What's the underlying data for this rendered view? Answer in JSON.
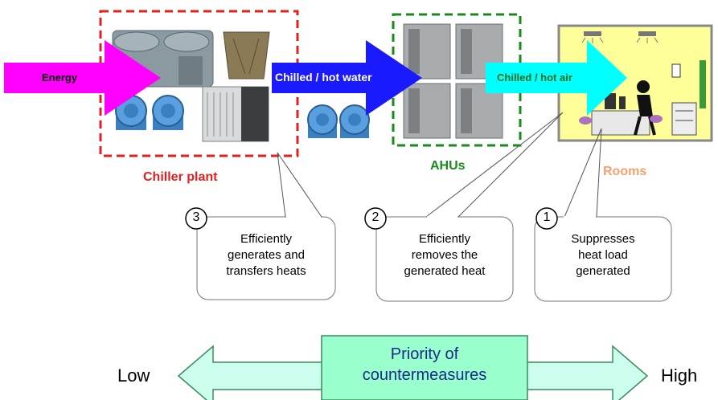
{
  "flow": {
    "energy": "Energy",
    "water": "Chilled / hot water",
    "air": "Chilled / hot air"
  },
  "stages": {
    "chiller": "Chiller plant",
    "ahus": "AHUs",
    "rooms": "Rooms"
  },
  "callouts": [
    {
      "number": "3",
      "line1": "Efficiently",
      "line2": "generates and",
      "line3": "transfers heats"
    },
    {
      "number": "2",
      "line1": "Efficiently",
      "line2": "removes the",
      "line3": "generated heat"
    },
    {
      "number": "1",
      "line1": "Suppresses",
      "line2": "heat load",
      "line3": "generated"
    }
  ],
  "scale": {
    "low": "Low",
    "high": "High",
    "label_line1": "Priority of",
    "label_line2": "countermeasures"
  },
  "colors": {
    "energy_arrow": "#ff00ff",
    "water_arrow": "#1a1aff",
    "air_arrow": "#00ffff",
    "chiller_border": "#e61e1e",
    "ahu_border": "#1a8a1a",
    "room_fill": "#ffff99",
    "rooms_label": "#f5a070",
    "priority_fill": "#99ffcc"
  }
}
